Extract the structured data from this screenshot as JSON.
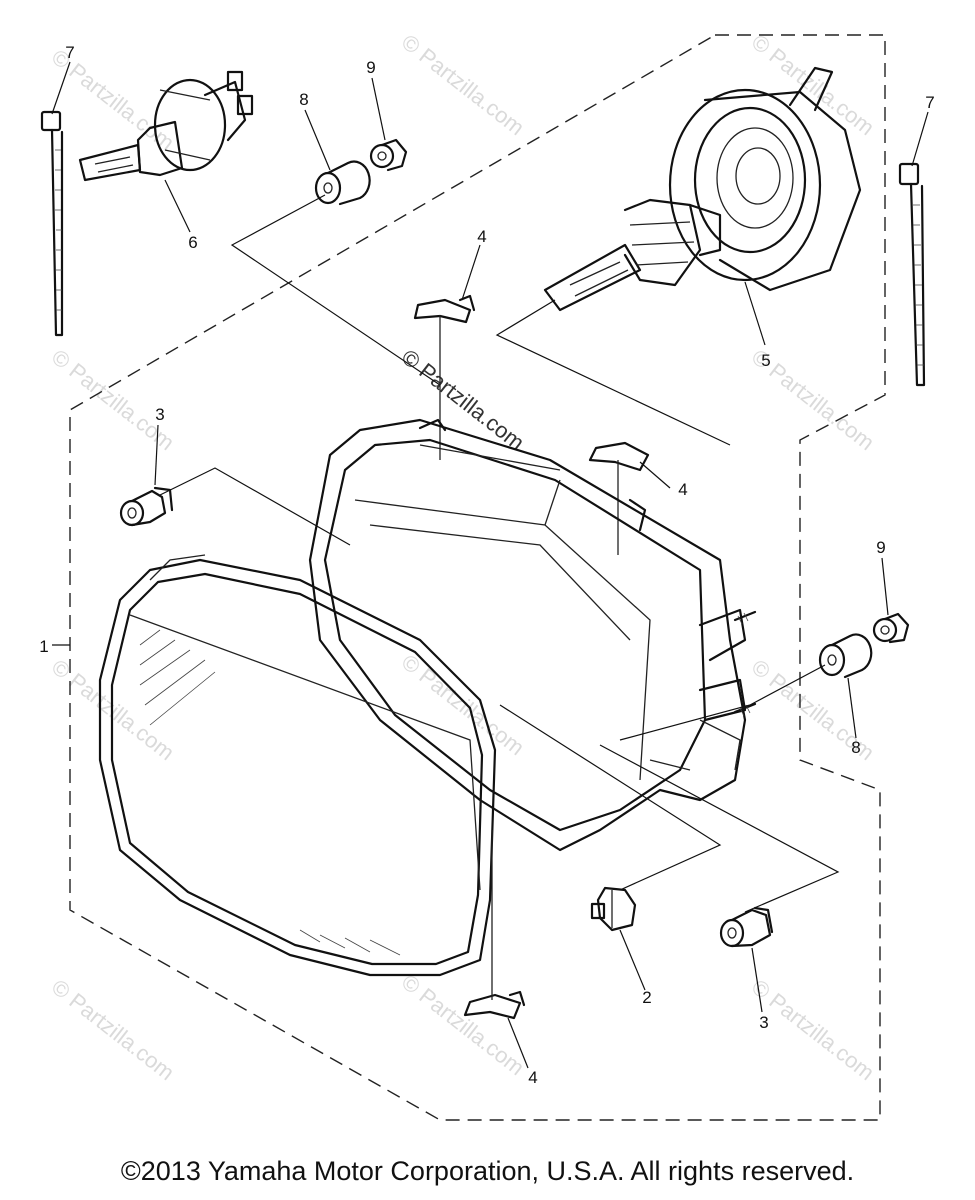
{
  "callouts": {
    "c1": "1",
    "c2": "2",
    "c3a": "3",
    "c3b": "3",
    "c4a": "4",
    "c4b": "4",
    "c4c": "4",
    "c5": "5",
    "c6": "6",
    "c7a": "7",
    "c7b": "7",
    "c8a": "8",
    "c8b": "8",
    "c9a": "9",
    "c9b": "9"
  },
  "watermark": "© Partzilla.com",
  "copyright": "©2013 Yamaha Motor Corporation, U.S.A. All rights reserved."
}
